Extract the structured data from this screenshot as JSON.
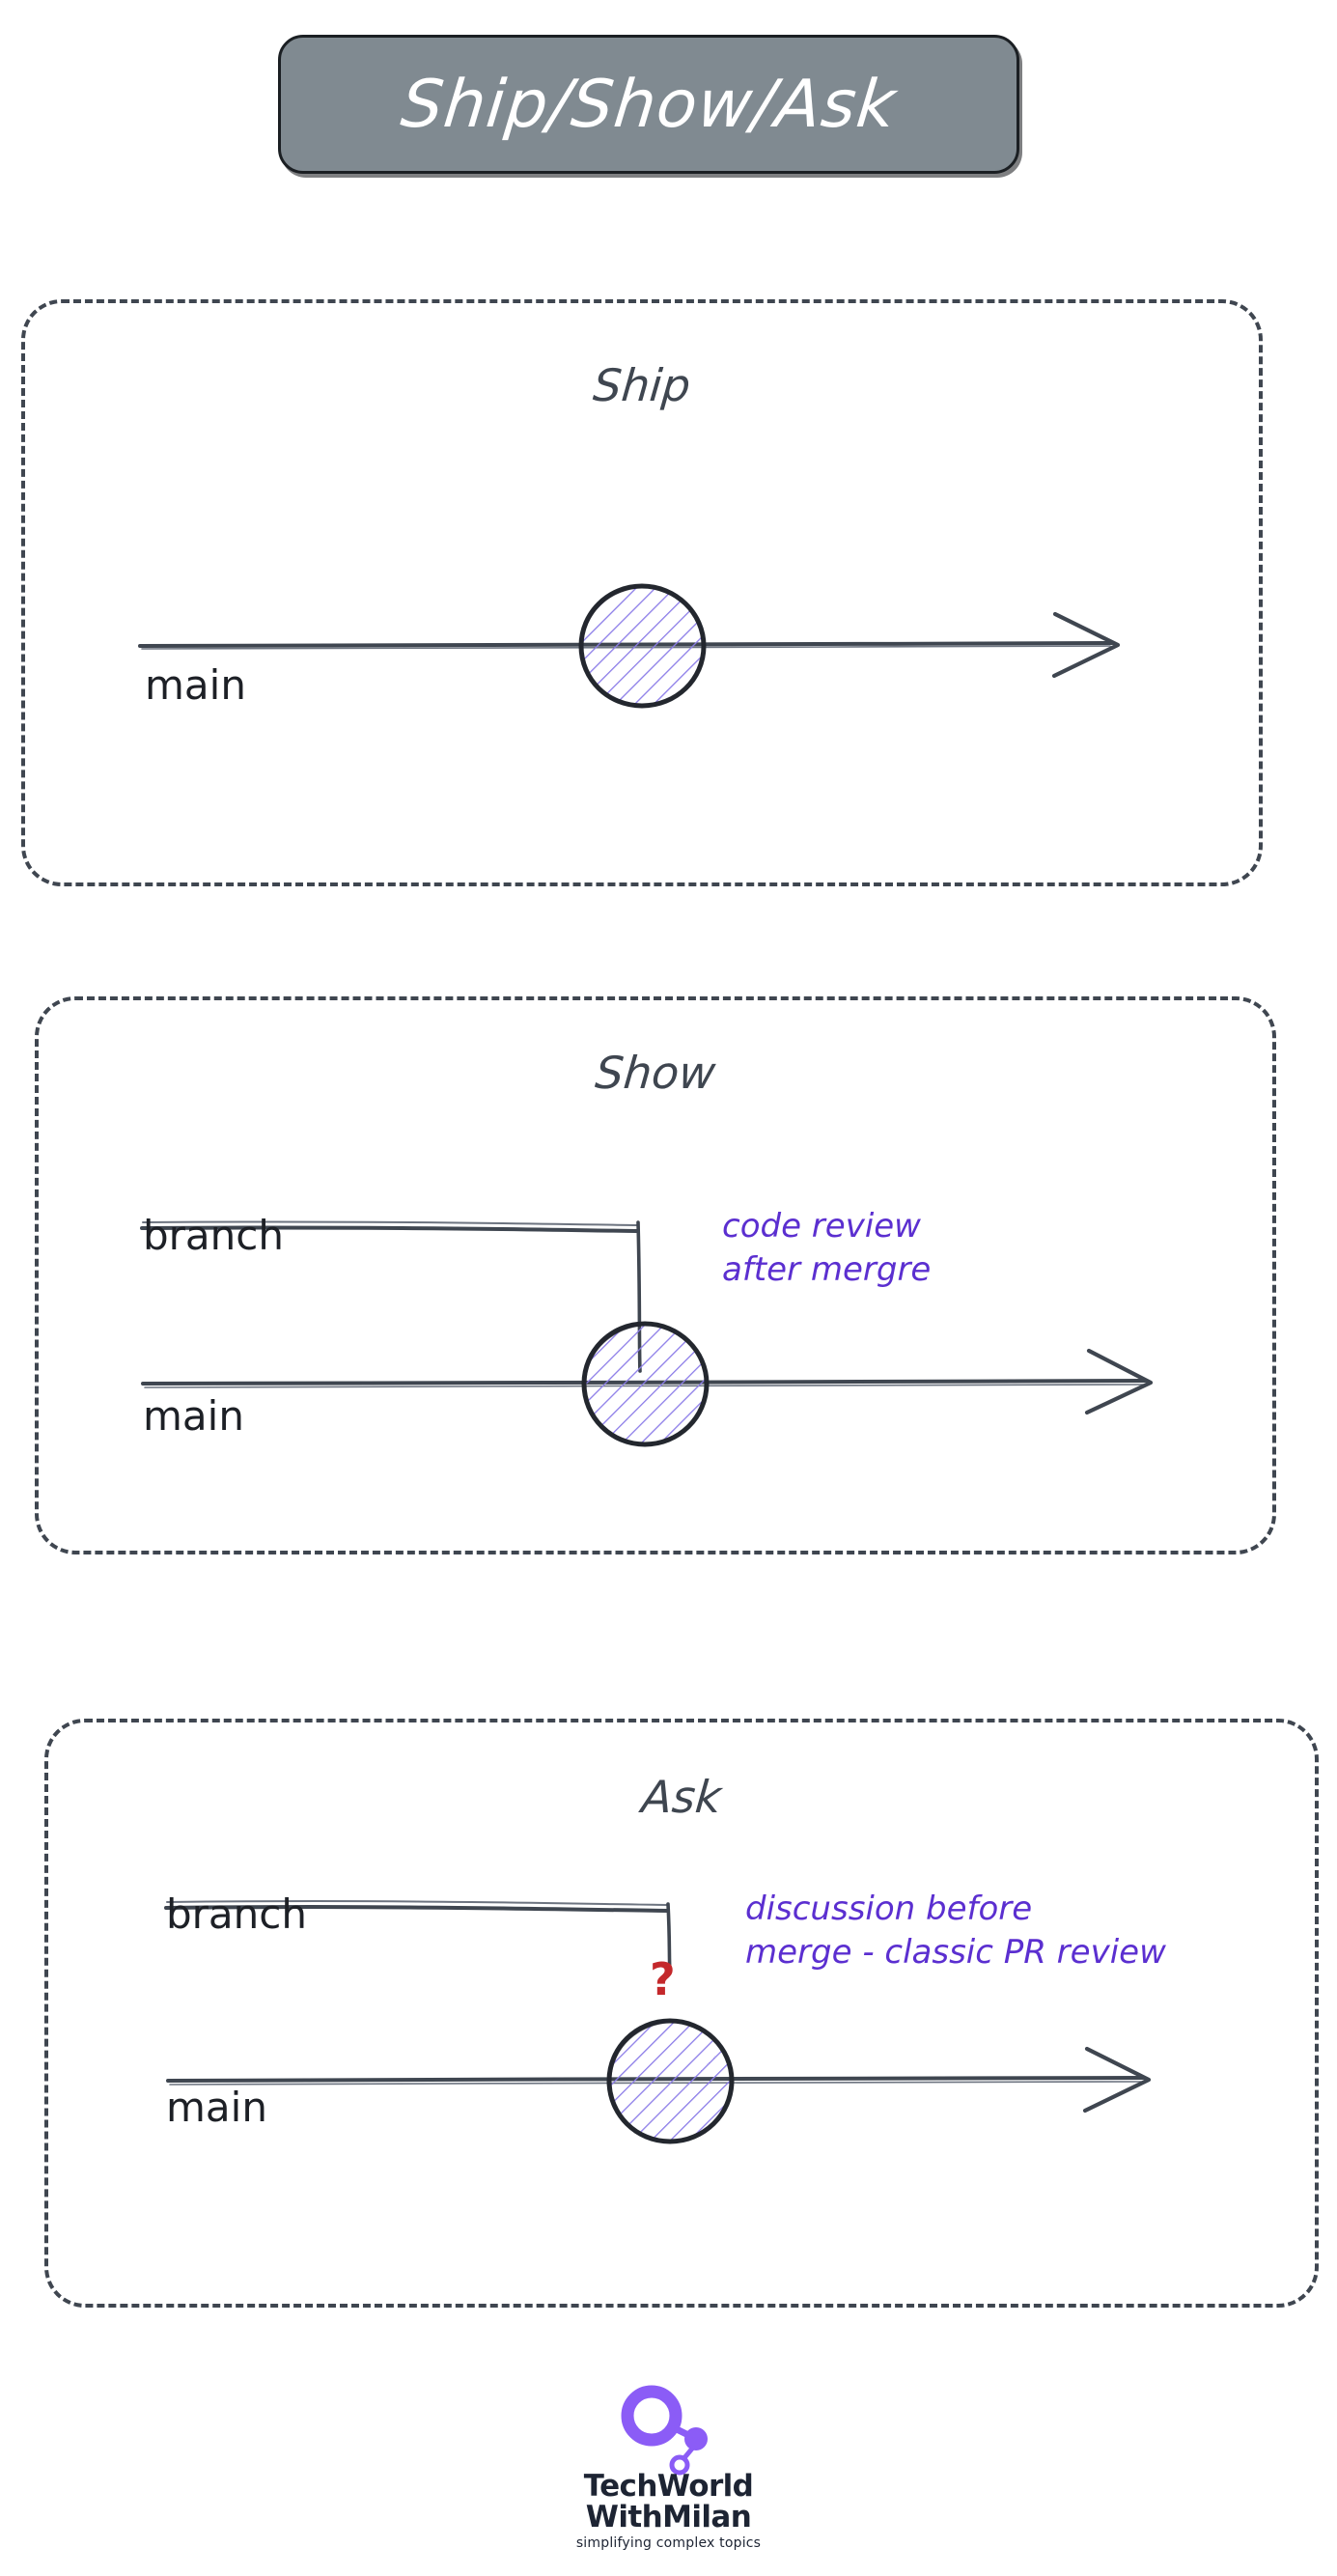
{
  "title": {
    "text": "Ship/Show/Ask",
    "background_color": "#808a91",
    "text_color": "#ffffff"
  },
  "colors": {
    "ink": "#3f4650",
    "label_ink": "#1d2026",
    "note_purple": "#5b2fd0",
    "hatch_purple": "#8b7ce8",
    "question_red": "#c4282b",
    "logo_purple": "#8b5cf6",
    "logo_dark": "#1d2433"
  },
  "panels": [
    {
      "id": "ship",
      "title": "Ship",
      "main_label": "main",
      "branch_label": null,
      "note": null,
      "has_question_mark": false
    },
    {
      "id": "show",
      "title": "Show",
      "main_label": "main",
      "branch_label": "branch",
      "note": "code review\nafter mergre",
      "has_question_mark": false
    },
    {
      "id": "ask",
      "title": "Ask",
      "main_label": "main",
      "branch_label": "branch",
      "note": "discussion before\nmerge - classic PR review",
      "has_question_mark": true,
      "question_mark": "?"
    }
  ],
  "footer": {
    "brand_line1": "TechWorld",
    "brand_line2": "WithMilan",
    "tagline": "simplifying complex topics"
  }
}
